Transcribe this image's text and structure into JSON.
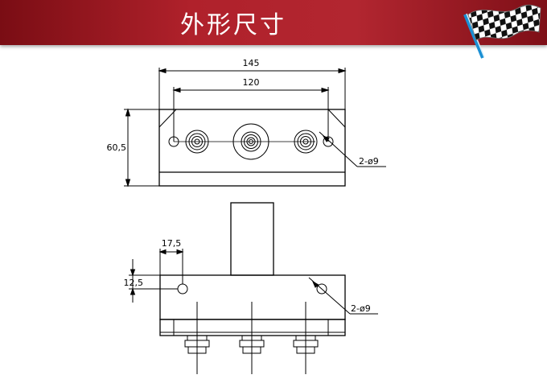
{
  "header": {
    "title": "外形尺寸",
    "accent_color": "#a0141c",
    "icon": "checkered-flag-icon"
  },
  "drawing": {
    "top_view": {
      "overall_width": "145",
      "hole_spacing": "120",
      "height": "60,5",
      "hole_callout": "2-ø9"
    },
    "front_view": {
      "hole_offset_x": "17,5",
      "hole_offset_y": "12,5",
      "hole_callout": "2-ø9"
    }
  }
}
